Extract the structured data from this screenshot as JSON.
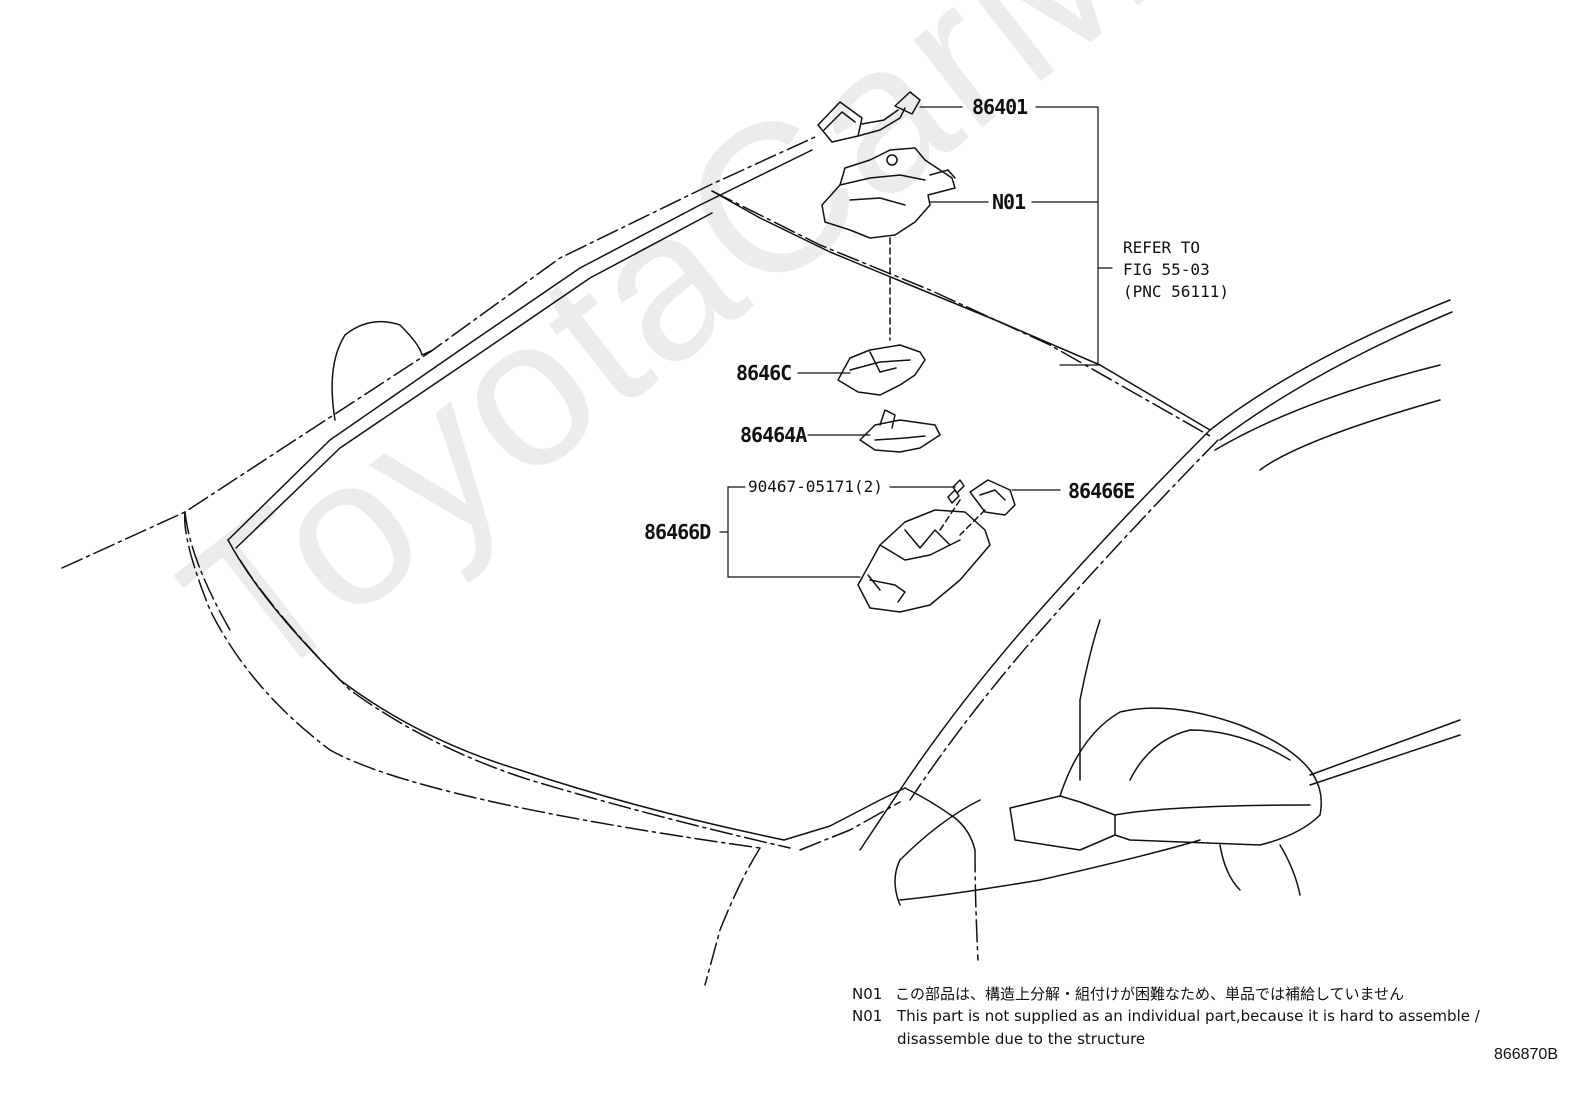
{
  "watermark": "ToyotaCarMine.ru",
  "callouts": {
    "part_86401": "86401",
    "part_n01": "N01",
    "refer_line1": "REFER TO",
    "refer_line2": "FIG 55-03",
    "refer_line3": "(PNC 56111)",
    "part_8646c": "8646C",
    "part_86464a": "86464A",
    "part_90467": "90467-05171(2)",
    "part_86466e": "86466E",
    "part_86466d": "86466D"
  },
  "notes": {
    "jp_code": "N01",
    "jp_text": "この部品は、構造上分解・組付けが困難なため、単品では補給していません",
    "en_code": "N01",
    "en_text_line1": "This part is not supplied as an individual part,because it is hard to assemble /",
    "en_text_line2": "disassemble due to the structure"
  },
  "figure_code": "866870B",
  "colors": {
    "line": "#111111",
    "watermark": "#ececec"
  }
}
